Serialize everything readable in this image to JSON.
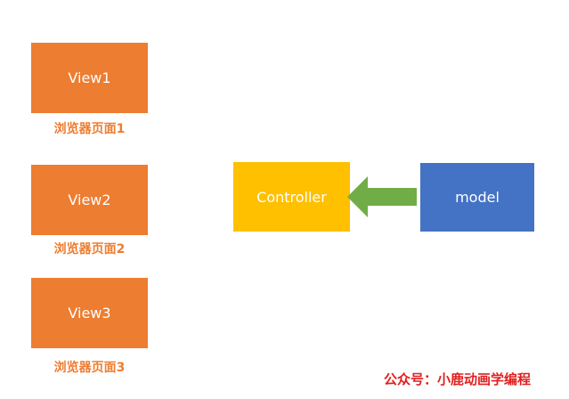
{
  "views": [
    {
      "label": "View1",
      "caption": "浏览器页面1"
    },
    {
      "label": "View2",
      "caption": "浏览器页面2"
    },
    {
      "label": "View3",
      "caption": "浏览器页面3"
    }
  ],
  "controller": {
    "label": "Controller"
  },
  "model": {
    "label": "model"
  },
  "watermark": "公众号：小鹿动画学编程",
  "colors": {
    "view": "#ED7D31",
    "caption": "#ED7D31",
    "controller": "#FFC000",
    "model": "#4472C4",
    "arrow": "#70AD47",
    "watermark": "#E02020"
  }
}
